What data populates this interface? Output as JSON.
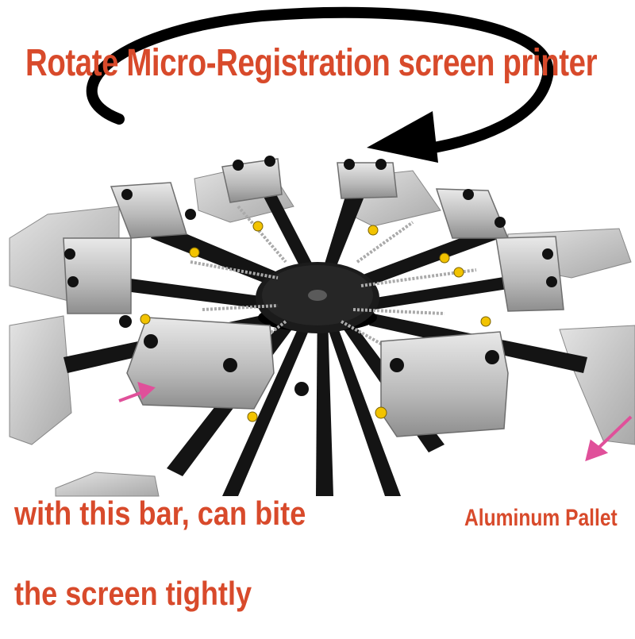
{
  "title": "Rotate Micro-Registration screen printer",
  "bar_note_line1": "with this bar, can bite",
  "bar_note_line2": "the screen tightly",
  "pallet_label": "Aluminum Pallet",
  "colors": {
    "caption": "#d84a2b",
    "arrow": "#000000",
    "pink_arrow": "#e0509a",
    "frame": "#111111",
    "steel": "#c9c9c9",
    "pallet": "#d2d2d2"
  }
}
